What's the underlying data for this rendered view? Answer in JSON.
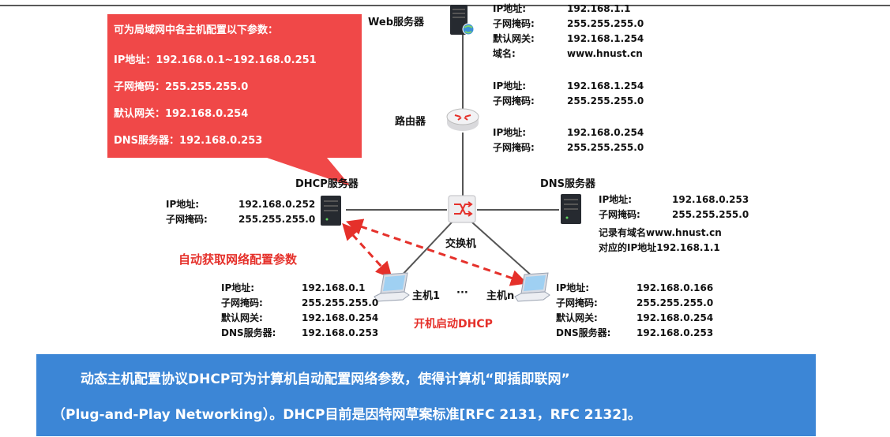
{
  "callout": {
    "title": "可为局域网中各主机配置以下参数：",
    "lines": [
      "IP地址：192.168.0.1~192.168.0.251",
      "子网掩码：255.255.255.0",
      "默认网关：192.168.0.254",
      "DNS服务器：192.168.0.253"
    ]
  },
  "web_server": {
    "name": "Web服务器",
    "info": [
      {
        "k": "IP地址:",
        "v": "192.168.1.1"
      },
      {
        "k": "子网掩码:",
        "v": "255.255.255.0"
      },
      {
        "k": "默认网关:",
        "v": "192.168.1.254"
      },
      {
        "k": "域名:",
        "v": "www.hnust.cn"
      }
    ]
  },
  "router": {
    "name": "路由器",
    "upper_info": [
      {
        "k": "IP地址:",
        "v": "192.168.1.254"
      },
      {
        "k": "子网掩码:",
        "v": "255.255.255.0"
      }
    ],
    "lower_info": [
      {
        "k": "IP地址:",
        "v": "192.168.0.254"
      },
      {
        "k": "子网掩码:",
        "v": "255.255.255.0"
      }
    ]
  },
  "dhcp_server": {
    "name": "DHCP服务器",
    "info": [
      {
        "k": "IP地址:",
        "v": "192.168.0.252"
      },
      {
        "k": "子网掩码:",
        "v": "255.255.255.0"
      }
    ]
  },
  "dns_server": {
    "name": "DNS服务器",
    "info": [
      {
        "k": "IP地址:",
        "v": "192.168.0.253"
      },
      {
        "k": "子网掩码:",
        "v": "255.255.255.0"
      }
    ],
    "note_lines": [
      "记录有域名www.hnust.cn",
      "对应的IP地址192.168.1.1"
    ]
  },
  "switch": {
    "name": "交换机"
  },
  "auto_config_label": "自动获取网络配置参数",
  "dhcp_boot_label": "开机启动DHCP",
  "host1": {
    "name": "主机1",
    "info": [
      {
        "k": "IP地址:",
        "v": "192.168.0.1"
      },
      {
        "k": "子网掩码:",
        "v": "255.255.255.0"
      },
      {
        "k": "默认网关:",
        "v": "192.168.0.254"
      },
      {
        "k": "DNS服务器:",
        "v": "192.168.0.253"
      }
    ]
  },
  "hostn": {
    "name": "主机n",
    "info": [
      {
        "k": "IP地址:",
        "v": "192.168.0.166"
      },
      {
        "k": "子网掩码:",
        "v": "255.255.255.0"
      },
      {
        "k": "默认网关:",
        "v": "192.168.0.254"
      },
      {
        "k": "DNS服务器:",
        "v": "192.168.0.253"
      }
    ]
  },
  "ellipsis": "···",
  "banner": {
    "line1": "动态主机配置协议DHCP可为计算机自动配置网络参数，使得计算机“即插即联网”",
    "line2": "（Plug-and-Play Networking）。DHCP目前是因特网草案标准[RFC 2131，RFC 2132]。"
  },
  "colors": {
    "callout_bg": "#f04848",
    "arrow": "#e5302a",
    "banner_bg": "#3c86d6"
  }
}
